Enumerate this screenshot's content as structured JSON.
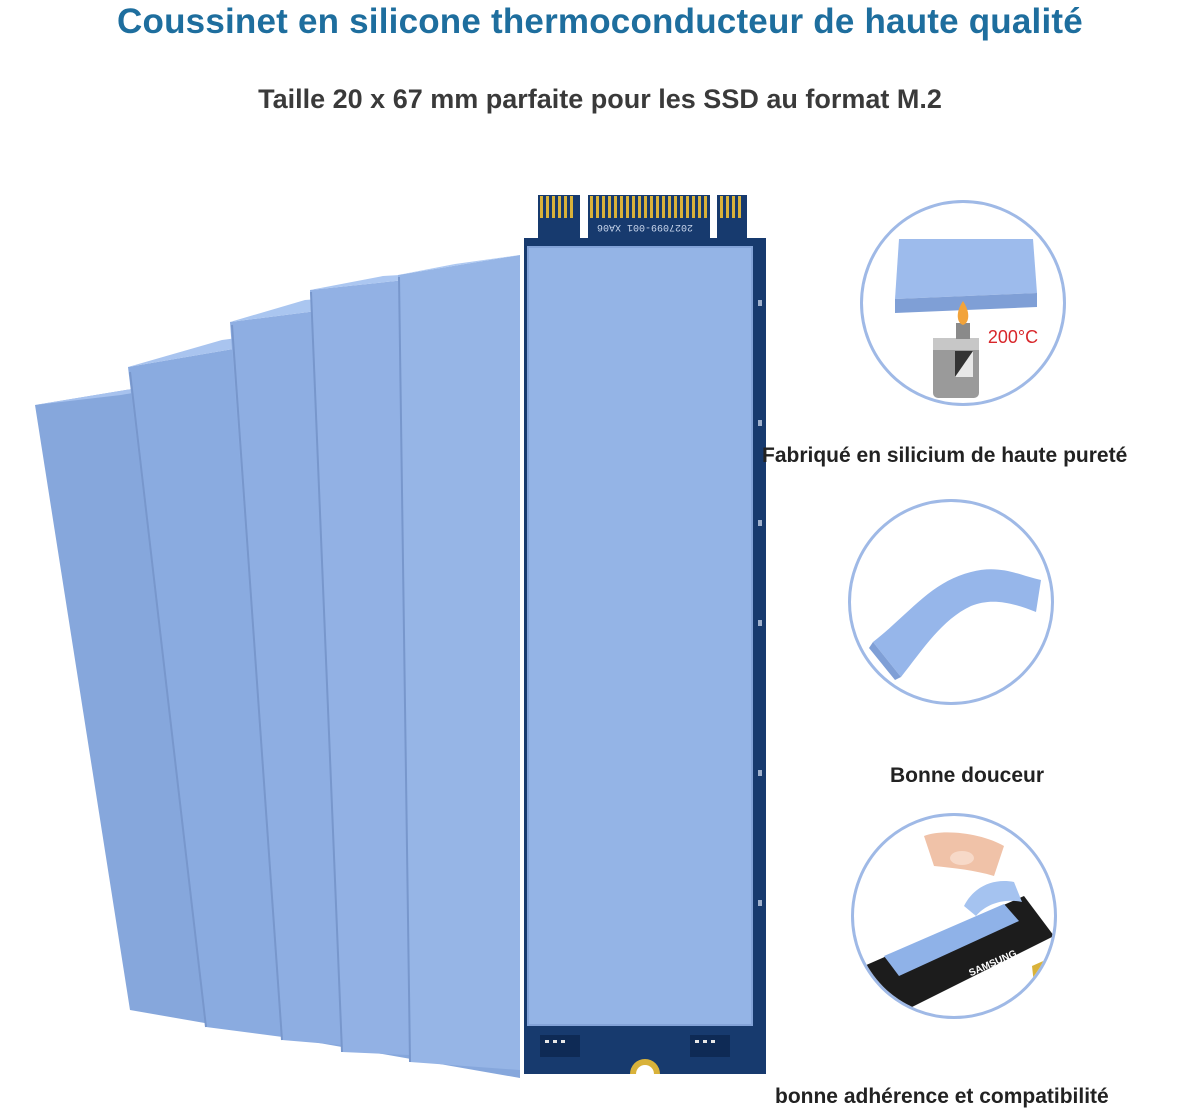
{
  "header": {
    "title": "Coussinet en silicone thermoconducteur de haute qualité",
    "subtitle": "Taille 20 x 67 mm parfaite pour les SSD au format M.2"
  },
  "ssd": {
    "part_number": "2027099-001 XA06"
  },
  "features": [
    {
      "caption": "Fabriqué en silicium de haute pureté",
      "temperature": "200°C",
      "icon": "flame-lighter-icon"
    },
    {
      "caption": "Bonne douceur",
      "icon": "bent-pad-icon"
    },
    {
      "caption": "bonne adhérence et compatibilité",
      "icon": "peeling-pad-icon",
      "brand_label": "SAMSUNG"
    }
  ],
  "colors": {
    "title": "#1e6e9e",
    "pad": "#94b4e6",
    "pcb": "#173a6e",
    "gold": "#d9b23a",
    "circle_border": "#9fb9e6",
    "temperature": "#d8262a"
  }
}
